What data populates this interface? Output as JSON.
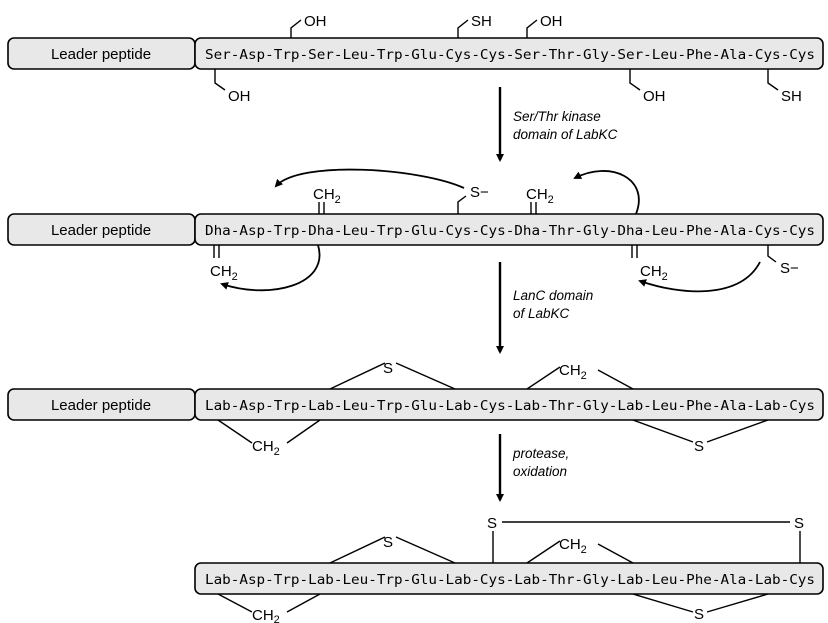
{
  "leader": "Leader peptide",
  "row1": {
    "sequence": "Ser-Asp-Trp-Ser-Leu-Trp-Glu-Cys-Cys-Ser-Thr-Gly-Ser-Leu-Phe-Ala-Cys-Cys",
    "oh": "OH",
    "sh": "SH"
  },
  "step1": {
    "line1": "Ser/Thr kinase",
    "line2": "domain of LabKC"
  },
  "row2": {
    "sequence": "Dha-Asp-Trp-Dha-Leu-Trp-Glu-Cys-Cys-Dha-Thr-Gly-Dha-Leu-Phe-Ala-Cys-Cys",
    "ch": "CH",
    "sub2": "2",
    "s_minus": "S−"
  },
  "step2": {
    "line1": "LanC domain",
    "line2": "of LabKC"
  },
  "row3": {
    "sequence": "Lab-Asp-Trp-Lab-Leu-Trp-Glu-Lab-Cys-Lab-Thr-Gly-Lab-Leu-Phe-Ala-Lab-Cys",
    "s": "S",
    "ch": "CH",
    "sub2": "2"
  },
  "step3": {
    "line1": "protease,",
    "line2": "oxidation"
  },
  "row4": {
    "sequence": "Lab-Asp-Trp-Lab-Leu-Trp-Glu-Lab-Cys-Lab-Thr-Gly-Lab-Leu-Phe-Ala-Lab-Cys",
    "s": "S",
    "ch": "CH",
    "sub2": "2"
  }
}
